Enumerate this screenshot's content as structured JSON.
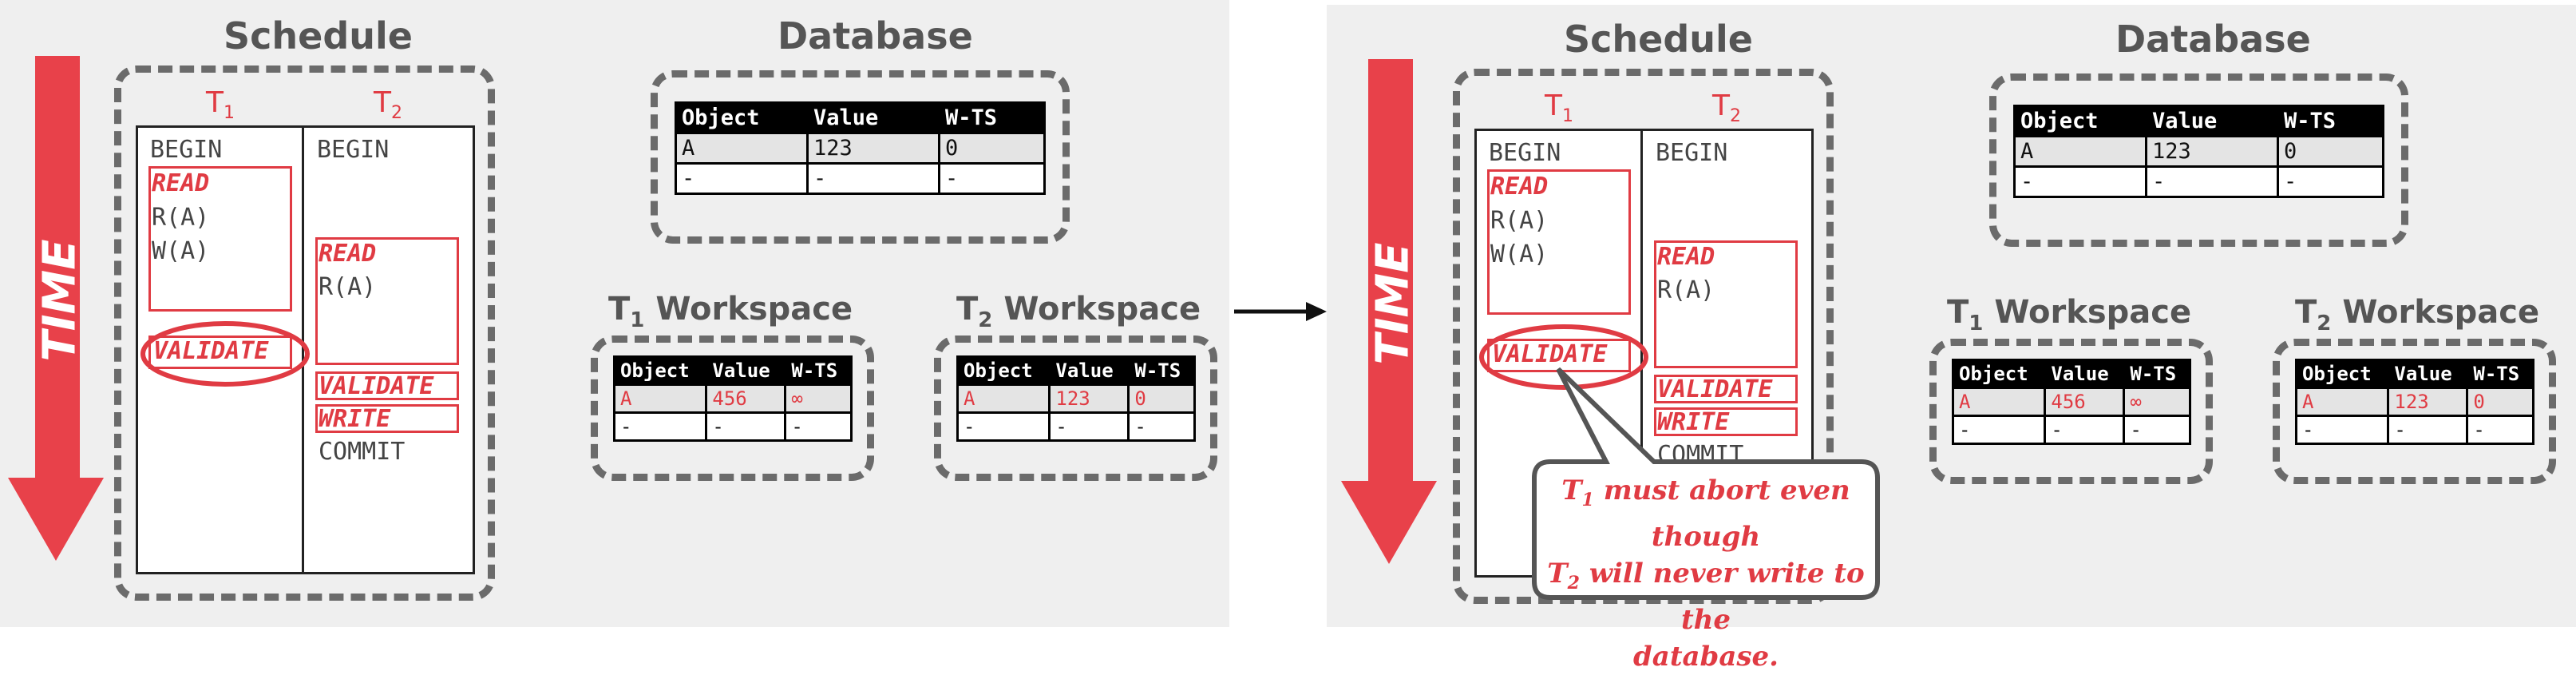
{
  "colors": {
    "accent": "#e03b43",
    "title_gray": "#555555",
    "dashed_gray": "#6b6b6b",
    "panel_bg": "#efefef"
  },
  "time_label": "TIME",
  "schedule_title": "Schedule",
  "database_title": "Database",
  "t1": {
    "letter": "T",
    "sub": "1"
  },
  "t2": {
    "letter": "T",
    "sub": "2"
  },
  "ops": {
    "t1_begin": "BEGIN",
    "t1_read": "READ",
    "t1_ra": "R(A)",
    "t1_wa": "W(A)",
    "t1_validate": "VALIDATE",
    "t2_begin": "BEGIN",
    "t2_read": "READ",
    "t2_ra": "R(A)",
    "t2_validate": "VALIDATE",
    "t2_write": "WRITE",
    "t2_commit": "COMMIT"
  },
  "table_headers": {
    "object": "Object",
    "value": "Value",
    "wts": "W-TS"
  },
  "database_rows": [
    [
      "A",
      "123",
      "0"
    ],
    [
      "-",
      "-",
      "-"
    ]
  ],
  "ws1": {
    "title": "Workspace",
    "rows": [
      [
        "A",
        "456",
        "∞"
      ],
      [
        "-",
        "-",
        "-"
      ]
    ]
  },
  "ws2": {
    "title": "Workspace",
    "rows": [
      [
        "A",
        "123",
        "0"
      ],
      [
        "-",
        "-",
        "-"
      ]
    ]
  },
  "callout": {
    "line1_a": "T",
    "line1_sub": "1",
    "line1_b": " must abort even though",
    "line2_a": "T",
    "line2_sub": "2",
    "line2_b": " will never write to the",
    "line3": "database."
  },
  "arrow_icon": "right-arrow-icon"
}
